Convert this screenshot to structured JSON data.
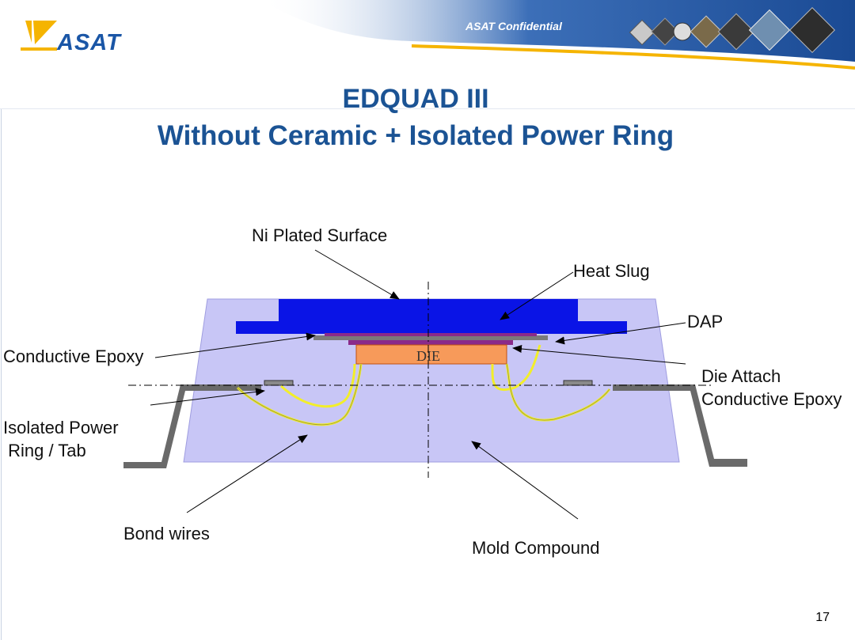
{
  "header": {
    "brand": "ASAT",
    "confidential": "ASAT Confidential",
    "colors": {
      "banner": "#1e4f9a",
      "accent": "#f5b400"
    }
  },
  "title": {
    "line1": "EDQUAD III",
    "line2": "Without Ceramic + Isolated Power Ring"
  },
  "diagram": {
    "die_label": "DIE",
    "labels": {
      "ni_plated_surface": "Ni Plated Surface",
      "heat_slug": "Heat Slug",
      "dap": "DAP",
      "conductive_epoxy": "Conductive Epoxy",
      "die_attach_line1": "Die Attach",
      "die_attach_line2": "Conductive Epoxy",
      "isolated_power_line1": "Isolated Power",
      "isolated_power_line2": " Ring / Tab",
      "bond_wires": "Bond wires",
      "mold_compound": "Mold Compound"
    },
    "colors": {
      "mold": "#c8c6f6",
      "heat_slug": "#0a14e6",
      "die": "#f79a5a",
      "wire": "#f2ee2a",
      "lead": "#6a6a6a"
    }
  },
  "footer": {
    "page_number": "17"
  }
}
